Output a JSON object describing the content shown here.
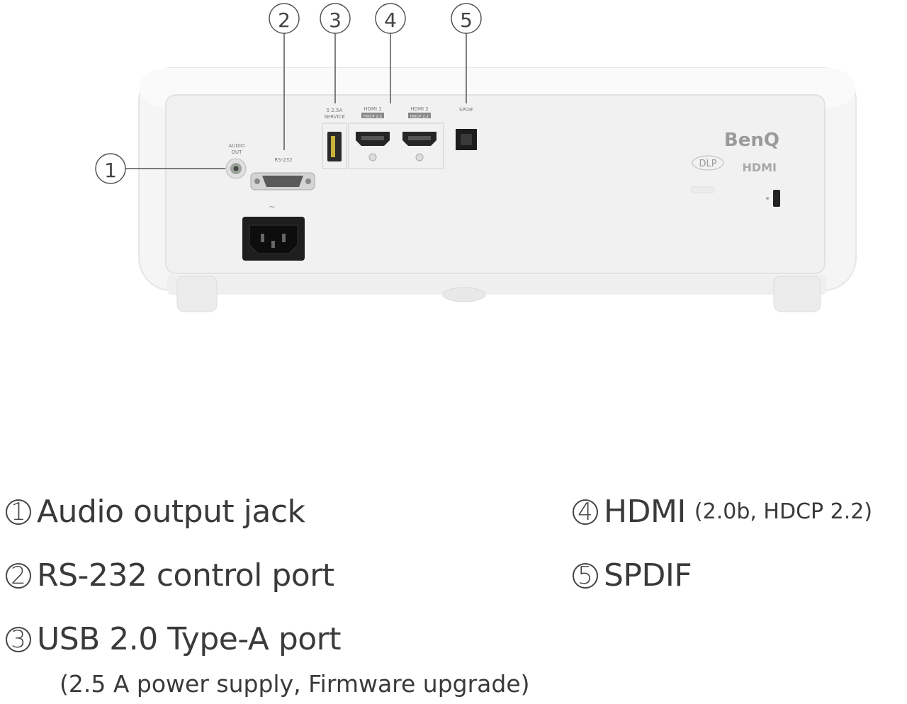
{
  "callouts": [
    {
      "num": "1",
      "label": "Audio output jack",
      "sub": ""
    },
    {
      "num": "2",
      "label": "RS-232 control port",
      "sub": ""
    },
    {
      "num": "3",
      "label": "USB 2.0 Type-A port",
      "sub": "",
      "note": "(2.5 A power supply, Firmware upgrade)"
    },
    {
      "num": "4",
      "label": "HDMI",
      "sub": "(2.0b, HDCP 2.2)"
    },
    {
      "num": "5",
      "label": "SPDIF",
      "sub": ""
    }
  ],
  "port_labels": {
    "audio_out": [
      "AUDIO",
      "OUT"
    ],
    "rs232": "RS-232",
    "usb": [
      "5 2.5A",
      "SERVICE"
    ],
    "hdmi1": "HDMI 1",
    "hdmi1_tag": "HDCP 2.2",
    "hdmi2": "HDMI 2",
    "hdmi2_tag": "HDCP 2.2",
    "spdif": "SPDIF"
  },
  "brand": {
    "logo": "BenQ",
    "dlp": "DLP",
    "hdmi_logo": "HDMI"
  },
  "colors": {
    "body": "#f4f4f4",
    "panel": "#ececec",
    "port_dark": "#2a2a2a",
    "outline": "#555555"
  }
}
